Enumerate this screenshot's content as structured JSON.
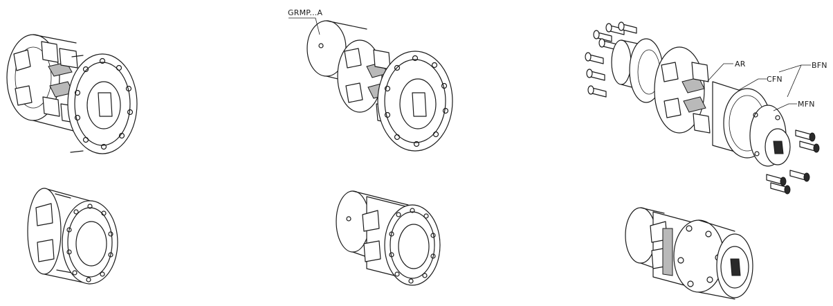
{
  "callouts": {
    "grmp": "GRMP...A",
    "ar": "AR",
    "cfn": "CFN",
    "bfn": "BFN",
    "mfn": "MFN"
  },
  "colors": {
    "line": "#1a1a1a",
    "shade": "#b9b9b9",
    "background": "#ffffff"
  }
}
